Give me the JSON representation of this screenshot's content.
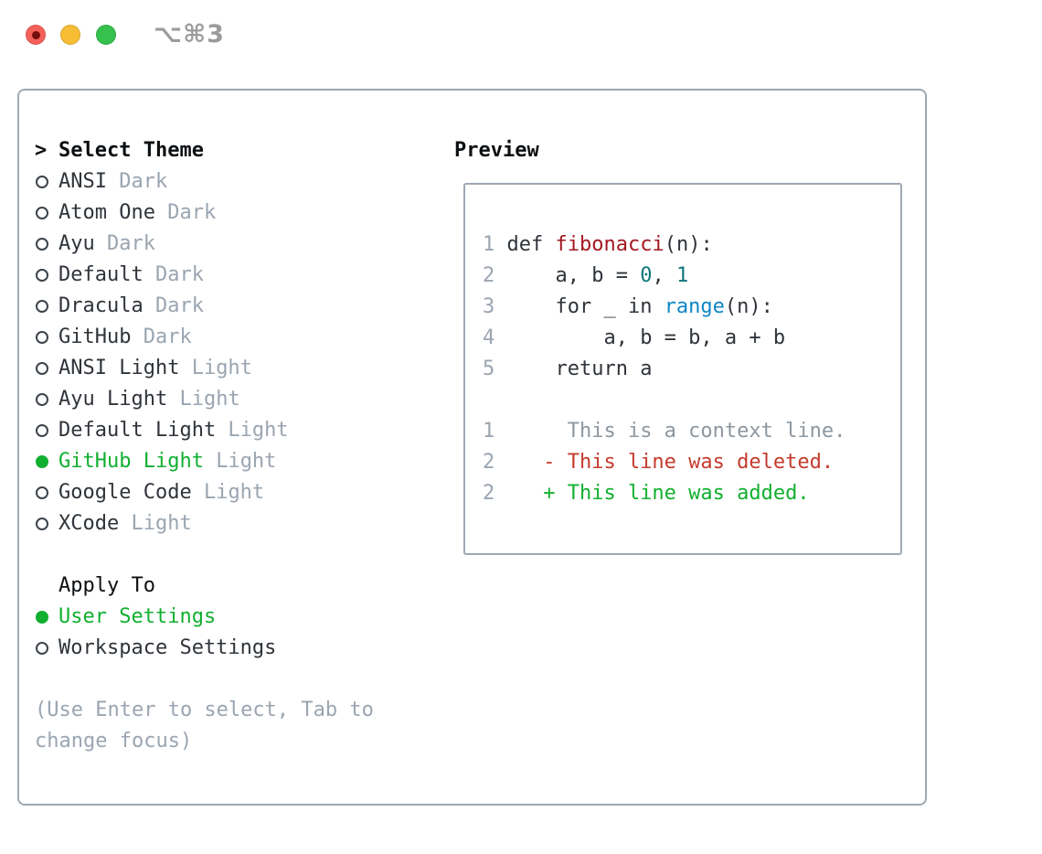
{
  "titlebar": {
    "title": "⌥⌘3",
    "traffic_lights": [
      "close",
      "minimize",
      "zoom"
    ]
  },
  "theme_list": {
    "prompt": ">",
    "header": "Select Theme",
    "items": [
      {
        "name": "ANSI",
        "tag": "Dark",
        "selected": false
      },
      {
        "name": "Atom One",
        "tag": "Dark",
        "selected": false
      },
      {
        "name": "Ayu",
        "tag": "Dark",
        "selected": false
      },
      {
        "name": "Default",
        "tag": "Dark",
        "selected": false
      },
      {
        "name": "Dracula",
        "tag": "Dark",
        "selected": false
      },
      {
        "name": "GitHub",
        "tag": "Dark",
        "selected": false
      },
      {
        "name": "ANSI Light",
        "tag": "Light",
        "selected": false
      },
      {
        "name": "Ayu Light",
        "tag": "Light",
        "selected": false
      },
      {
        "name": "Default Light",
        "tag": "Light",
        "selected": false
      },
      {
        "name": "GitHub Light",
        "tag": "Light",
        "selected": true
      },
      {
        "name": "Google Code",
        "tag": "Light",
        "selected": false
      },
      {
        "name": "XCode",
        "tag": "Light",
        "selected": false
      }
    ]
  },
  "apply_to": {
    "header": "Apply To",
    "options": [
      {
        "name": "User Settings",
        "selected": true
      },
      {
        "name": "Workspace Settings",
        "selected": false
      }
    ]
  },
  "help": {
    "line1": "(Use Enter to select, Tab to",
    "line2": "change focus)"
  },
  "preview": {
    "title": "Preview",
    "lines": [
      {
        "num": "1",
        "segs": [
          {
            "c": "c-base",
            "t": " def "
          },
          {
            "c": "c-fn",
            "t": "fibonacci"
          },
          {
            "c": "c-base",
            "t": "(n):"
          }
        ]
      },
      {
        "num": "2",
        "segs": [
          {
            "c": "c-base",
            "t": "     a, b = "
          },
          {
            "c": "c-num",
            "t": "0"
          },
          {
            "c": "c-base",
            "t": ", "
          },
          {
            "c": "c-num",
            "t": "1"
          }
        ]
      },
      {
        "num": "3",
        "segs": [
          {
            "c": "c-base",
            "t": "     for _ in "
          },
          {
            "c": "c-builtin",
            "t": "range"
          },
          {
            "c": "c-base",
            "t": "(n):"
          }
        ]
      },
      {
        "num": "4",
        "segs": [
          {
            "c": "c-base",
            "t": "         a, b = b, a + b"
          }
        ]
      },
      {
        "num": "5",
        "segs": [
          {
            "c": "c-base",
            "t": "     return a"
          }
        ]
      },
      {
        "num": "",
        "segs": []
      },
      {
        "num": "1",
        "segs": [
          {
            "c": "c-ctx",
            "t": "      This is a context line."
          }
        ]
      },
      {
        "num": "2",
        "segs": [
          {
            "c": "c-del",
            "t": "    - This line was deleted."
          }
        ]
      },
      {
        "num": "2",
        "segs": [
          {
            "c": "c-add",
            "t": "    + This line was added."
          }
        ]
      }
    ]
  },
  "colors": {
    "selected_green": "#11af30",
    "added_green": "#12b02f",
    "deleted_red": "#c53b2e",
    "function_red": "#a31821",
    "number_teal": "#0d767c",
    "builtin_blue": "#0e87c5",
    "muted_gray": "#9aa5b1",
    "text_dark": "#2f343a",
    "border_gray": "#9fa8b4"
  }
}
